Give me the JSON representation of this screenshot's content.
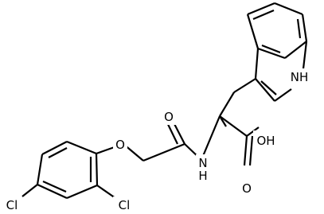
{
  "molecule": {
    "atoms": {
      "nh_indole": "NH",
      "oxygen_ether": "O",
      "oxygen_amide": "O",
      "nh_amide": "N",
      "nh_amide_h": "H",
      "oh_acid": "OH",
      "oxygen_acid": "O",
      "cl_left": "Cl",
      "cl_right": "Cl"
    },
    "colors": {
      "bond": "#000000",
      "label": "#000000",
      "background": "#ffffff"
    }
  }
}
